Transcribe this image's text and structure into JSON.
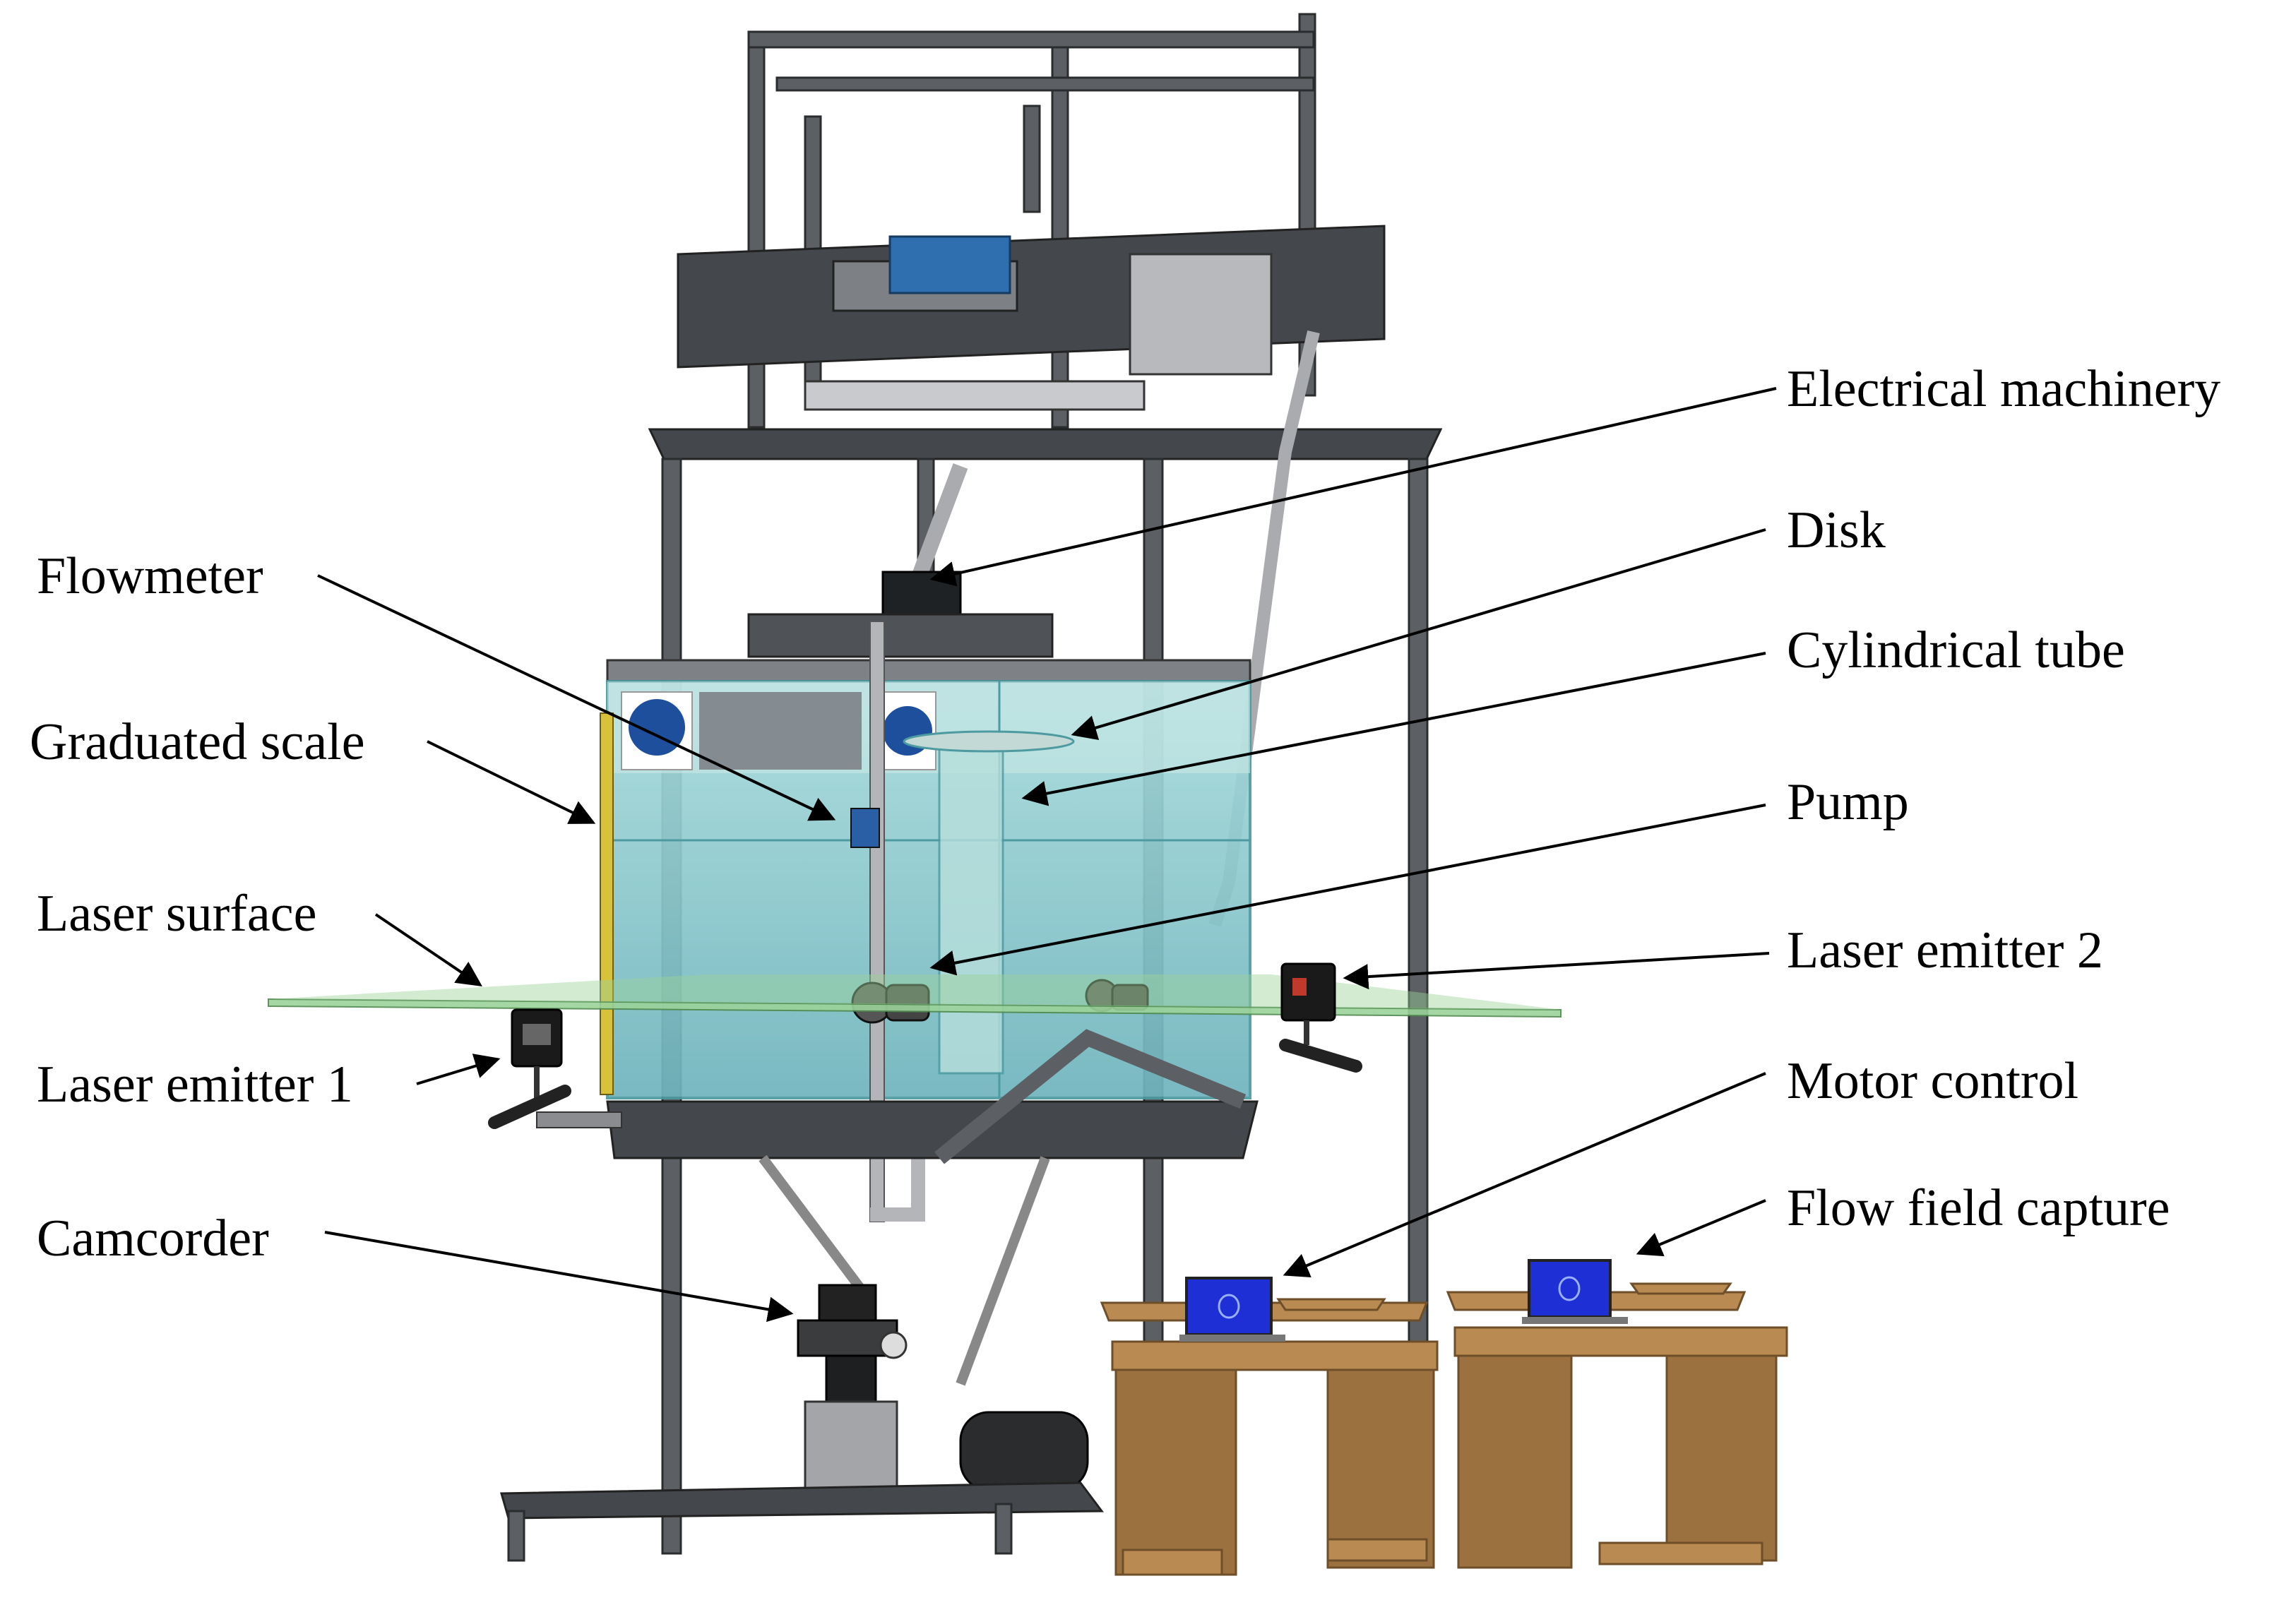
{
  "labels": {
    "electrical_machinery": "Electrical machinery",
    "disk": "Disk",
    "cylindrical_tube": "Cylindrical tube",
    "pump": "Pump",
    "laser_emitter_2": "Laser emitter 2",
    "motor_control": "Motor control",
    "flow_field_capture": "Flow field capture",
    "flowmeter": "Flowmeter",
    "graduated_scale": "Graduated scale",
    "laser_surface": "Laser surface",
    "laser_emitter_1": "Laser emitter 1",
    "camcorder": "Camcorder"
  },
  "colors": {
    "frame": "#5c5f63",
    "water": "#7fc3c8",
    "glass_edge": "#4d9aa0",
    "laser_plane": "#9bd39a",
    "wood": "#b98a52",
    "screen": "#1f2fd6",
    "motor_blue": "#2f6fb0",
    "scale_yellow": "#d8c23a"
  }
}
